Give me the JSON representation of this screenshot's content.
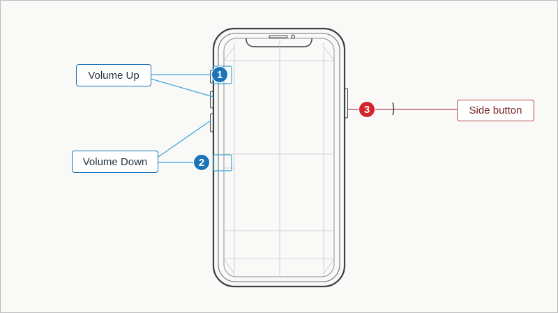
{
  "colors": {
    "callout_blue": "#1b73b8",
    "callout_red": "#d3242b",
    "line_blue": "#3aa3d6",
    "line_red": "#b04a4a",
    "phone_outline": "#3a3f46"
  },
  "callouts": [
    {
      "number": "1",
      "label": "Volume Up",
      "color": "blue"
    },
    {
      "number": "2",
      "label": "Volume Down",
      "color": "blue"
    },
    {
      "number": "3",
      "label": "Side button",
      "color": "red"
    }
  ]
}
